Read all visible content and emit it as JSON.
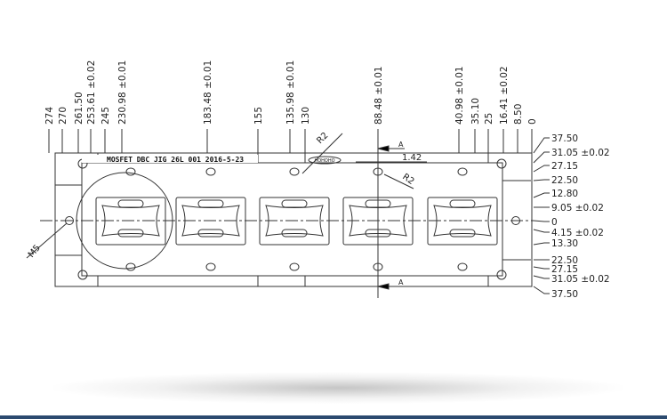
{
  "title_plate": "MOSFET DBC JIG 26L 001 2016-5-23",
  "logo_text": "HOHOHO",
  "top_dims": [
    "274",
    "270",
    "261.50",
    "253.61 ±0.02",
    "245",
    "230.98 ±0.01",
    "183.48 ±0.01",
    "155",
    "135.98 ±0.01",
    "130",
    "88.48 ±0.01",
    "40.98 ±0.01",
    "35.10",
    "25",
    "16.41 ±0.02",
    "8.50",
    "0"
  ],
  "right_dims": [
    "37.50",
    "31.05 ±0.02",
    "27.15",
    "22.50",
    "12.80",
    "9.05 ±0.02",
    "0",
    "4.15 ±0.02",
    "13.30",
    "22.50",
    "27.15",
    "31.05 ±0.02",
    "37.50"
  ],
  "callouts": {
    "r2_top": "R2",
    "r2_mid": "R2",
    "m5": "M5",
    "gap": "1.42",
    "section_a_top": "A",
    "section_a_bottom": "A"
  },
  "colors": {
    "line": "#333333",
    "bottom_bar": "#2b4a6f"
  }
}
